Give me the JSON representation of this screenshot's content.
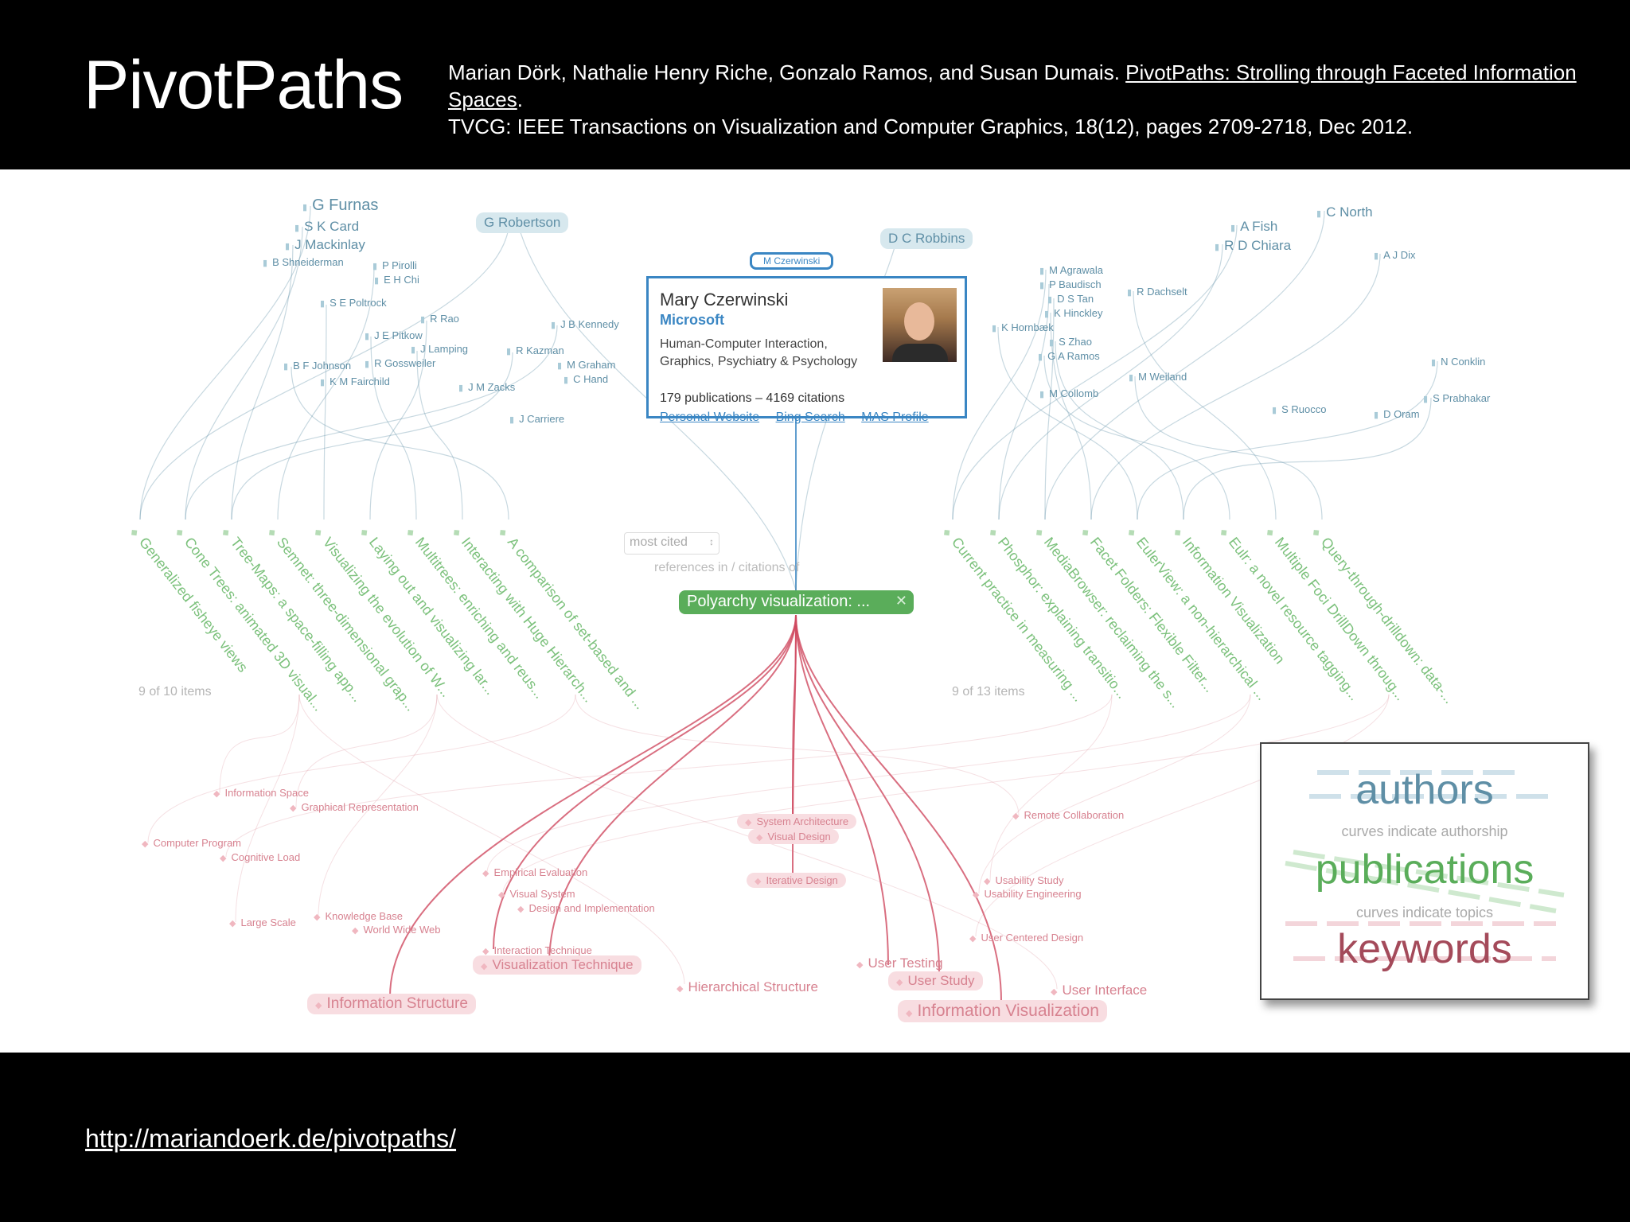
{
  "header": {
    "title": "PivotPaths",
    "citation_line1_pre": "Marian Dörk, Nathalie Henry Riche, Gonzalo Ramos, and Susan Dumais. ",
    "citation_link": "PivotPaths: Strolling through Faceted Information Spaces",
    "citation_line1_post": ".",
    "citation_line2": "TVCG: IEEE Transactions on Visualization and Computer Graphics, 18(12), pages 2709-2718, Dec 2012."
  },
  "footer": {
    "url": "http://mariandoerk.de/pivotpaths/"
  },
  "authors": {
    "left": [
      "G Furnas",
      "S K Card",
      "J Mackinlay",
      "B Shneiderman",
      "P Pirolli",
      "E H Chi",
      "S E Poltrock",
      "R Rao",
      "J E Pitkow",
      "J Lamping",
      "B F Johnson",
      "R Gossweiler",
      "K M Fairchild",
      "J M Zacks",
      "J B Kennedy",
      "R Kazman",
      "M Graham",
      "C Hand",
      "J Carriere"
    ],
    "left_pill": "G Robertson",
    "right_pill": "D C Robbins",
    "right": [
      "M Agrawala",
      "P Baudisch",
      "D S Tan",
      "K Hinckley",
      "K Hornbæk",
      "S Zhao",
      "G A Ramos",
      "R Dachselt",
      "M Weiland",
      "M Collomb",
      "A Fish",
      "R D Chiara",
      "C North",
      "A J Dix",
      "N Conklin",
      "S Prabhakar",
      "S Ruocco",
      "D Oram"
    ],
    "mini_tag": "M Czerwinski"
  },
  "card": {
    "name": "Mary Czerwinski",
    "org": "Microsoft",
    "topics": "Human-Computer Interaction, Graphics, Psychiatry & Psychology",
    "stats": "179 publications – 4169 citations",
    "links": [
      "Personal Website",
      "Bing Search",
      "MAS Profile"
    ]
  },
  "controls": {
    "sort": "most cited",
    "refs": "references in / citations of",
    "selected": "Polyarchy visualization: ...",
    "left_count": "9 of 10 items",
    "right_count": "9 of 13 items"
  },
  "publications": {
    "left": [
      "Generalized fisheye views",
      "Cone Trees: animated 3D visual...",
      "Tree-Maps: a space-filling app...",
      "Semnet: three-dimensional grap...",
      "Visualizing the evolution of W...",
      "Laying out and visualizing lar...",
      "Multitrees: enriching and reus...",
      "Interacting with Huge Hierarch...",
      "A comparison of set-based and ..."
    ],
    "right": [
      "Current practice in measuring ...",
      "Phosphor: explaining transitio...",
      "MediaBrowser: reclaiming the s...",
      "Facet Folders: Flexible Filter...",
      "EulerView: a non-hierarchical ...",
      "Information Visualization",
      "Eulr: a novel resource tagging...",
      "Multiple Foci DrillDown throug...",
      "Query-through-drilldown: data-..."
    ]
  },
  "keywords": {
    "small": [
      "Information Space",
      "Graphical Representation",
      "Computer Program",
      "Cognitive Load",
      "Empirical Evaluation",
      "Visual System",
      "Design and Implementation",
      "Large Scale",
      "Knowledge Base",
      "World Wide Web",
      "Interaction Technique",
      "System Architecture",
      "Visual Design",
      "Iterative Design",
      "Remote Collaboration",
      "Usability Study",
      "Usability Engineering",
      "User Centered Design"
    ],
    "big": [
      "Visualization Technique",
      "Information Structure",
      "Hierarchical Structure",
      "User Testing",
      "User Study",
      "User Interface",
      "Information Visualization"
    ]
  },
  "legend": {
    "authors": "authors",
    "authors_sub": "curves indicate authorship",
    "publications": "publications",
    "publications_sub": "curves indicate topics",
    "keywords": "keywords"
  },
  "colors": {
    "author": "#5f8fa6",
    "publication": "#5aad5a",
    "keyword": "#d78290",
    "card_border": "#3a86c3"
  }
}
